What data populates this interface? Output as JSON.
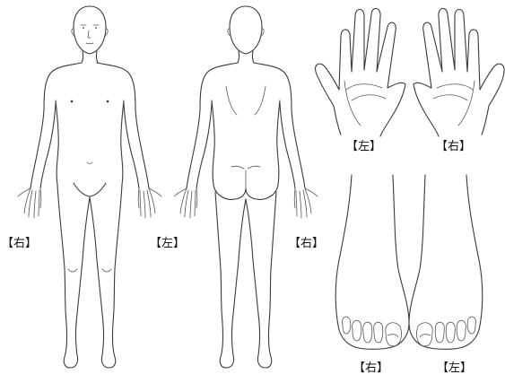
{
  "labels": {
    "front_right": "【右】",
    "front_left": "【左】",
    "back_right": "【右】",
    "hand_left": "【左】",
    "hand_right": "【右】",
    "foot_right": "【右】",
    "foot_left": "【左】"
  },
  "line_color": "#3a3a3a",
  "background": "#ffffff"
}
